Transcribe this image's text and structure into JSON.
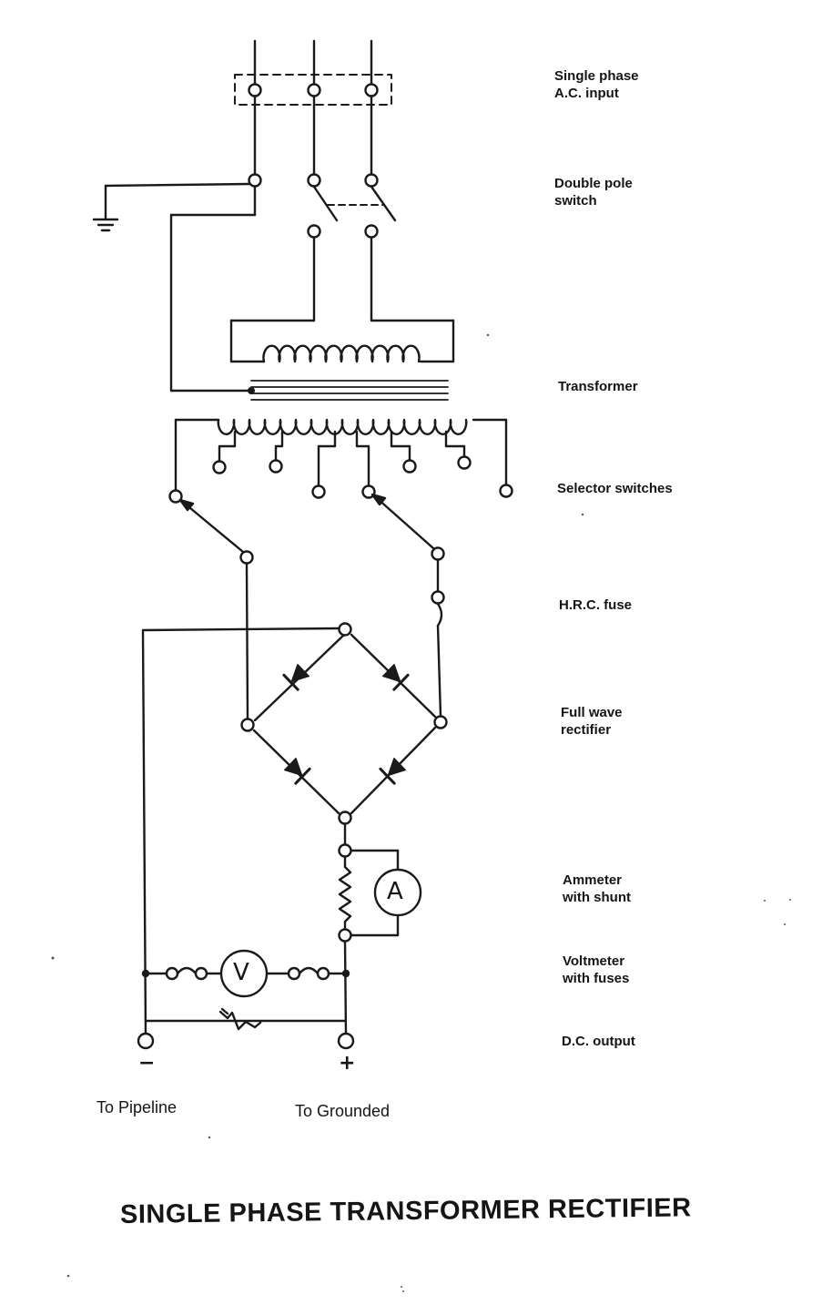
{
  "labels": {
    "ac_input": {
      "line1": "Single phase",
      "line2": "A.C. input"
    },
    "double_pole_switch": {
      "line1": "Double pole",
      "line2": "switch"
    },
    "transformer": "Transformer",
    "selector_switches": "Selector switches",
    "hrc_fuse": "H.R.C. fuse",
    "rectifier": {
      "line1": "Full wave",
      "line2": "rectifier"
    },
    "ammeter": {
      "line1": "Ammeter",
      "line2": "with shunt"
    },
    "voltmeter": {
      "line1": "Voltmeter",
      "line2": "with fuses"
    },
    "dc_output": "D.C. output"
  },
  "symbols": {
    "ammeter": "A",
    "voltmeter": "V",
    "negative": "−",
    "positive": "+"
  },
  "notes": {
    "pipeline": "To Pipeline",
    "grounded": "To Grounded"
  },
  "title": "SINGLE PHASE TRANSFORMER RECTIFIER"
}
